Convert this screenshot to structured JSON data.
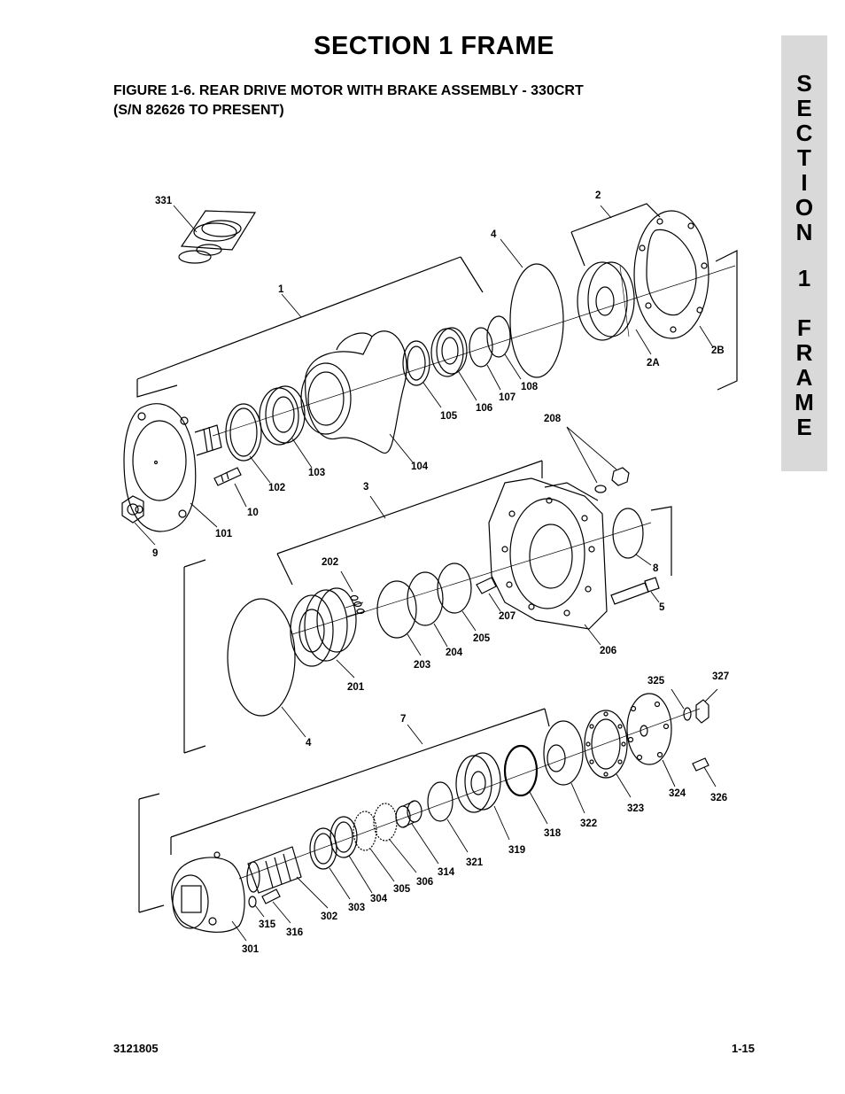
{
  "header": {
    "section_title": "SECTION 1  FRAME",
    "figure_title_line1": "FIGURE 1-6.    REAR DRIVE MOTOR WITH BRAKE ASSEMBLY - 330CRT",
    "figure_title_line2": "(S/N 82626 TO PRESENT)"
  },
  "side_tab": [
    "S",
    "E",
    "C",
    "T",
    "I",
    "O",
    "N",
    "",
    "1",
    "",
    "F",
    "R",
    "A",
    "M",
    "E"
  ],
  "callouts": {
    "c331": "331",
    "c2": "2",
    "c4a": "4",
    "c1": "1",
    "c2a": "2A",
    "c2b": "2B",
    "c108": "108",
    "c107": "107",
    "c106": "106",
    "c105": "105",
    "c208": "208",
    "c104": "104",
    "c103": "103",
    "c102": "102",
    "c10": "10",
    "c101": "101",
    "c9": "9",
    "c3": "3",
    "c8": "8",
    "c5": "5",
    "c202": "202",
    "c207": "207",
    "c205": "205",
    "c204": "204",
    "c203": "203",
    "c206": "206",
    "c201": "201",
    "c4b": "4",
    "c325": "325",
    "c327": "327",
    "c7": "7",
    "c324": "324",
    "c326": "326",
    "c323": "323",
    "c322": "322",
    "c318": "318",
    "c319": "319",
    "c321": "321",
    "c314": "314",
    "c306": "306",
    "c305": "305",
    "c304": "304",
    "c303": "303",
    "c302": "302",
    "c315": "315",
    "c316": "316",
    "c301": "301"
  },
  "footer": {
    "doc_number": "3121805",
    "page_number": "1-15"
  }
}
